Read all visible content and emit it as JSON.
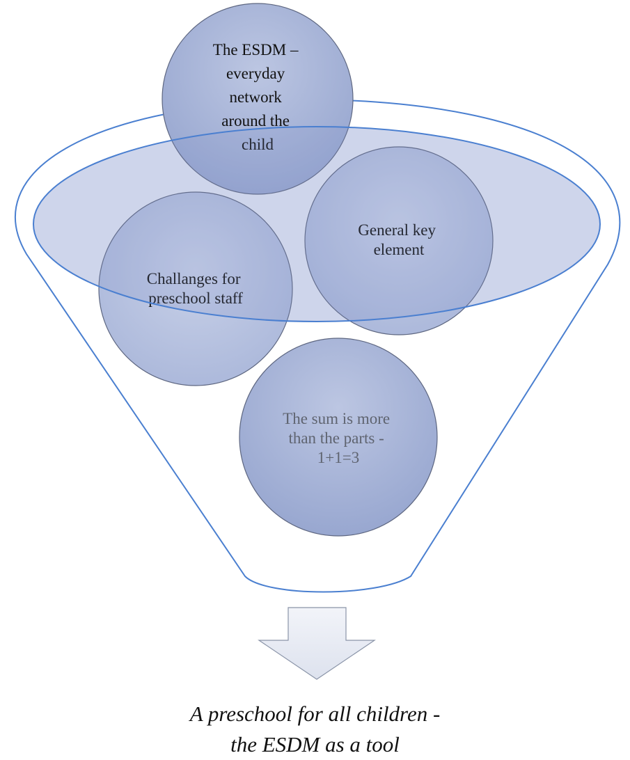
{
  "diagram": {
    "circles": [
      {
        "id": "esdm",
        "lines": [
          "The ESDM –",
          "everyday",
          "network",
          "around the",
          "child"
        ]
      },
      {
        "id": "general",
        "lines": [
          "General key",
          "element"
        ]
      },
      {
        "id": "challenges",
        "lines": [
          "Challanges for",
          "preschool staff"
        ]
      },
      {
        "id": "sum",
        "lines": [
          "The sum is more",
          "than the parts -",
          "1+1=3"
        ]
      }
    ],
    "caption": {
      "line1": "A preschool for all children -",
      "line2": "the ESDM as a tool"
    }
  },
  "colors": {
    "funnel_stroke": "#4a7fd0",
    "circle_fill": "#a6b3d6",
    "circle_stroke": "#5d6680",
    "rim_fill": "#c6d0ea",
    "arrow_fill": "#e6eaf4",
    "arrow_stroke": "#8a94a8"
  }
}
